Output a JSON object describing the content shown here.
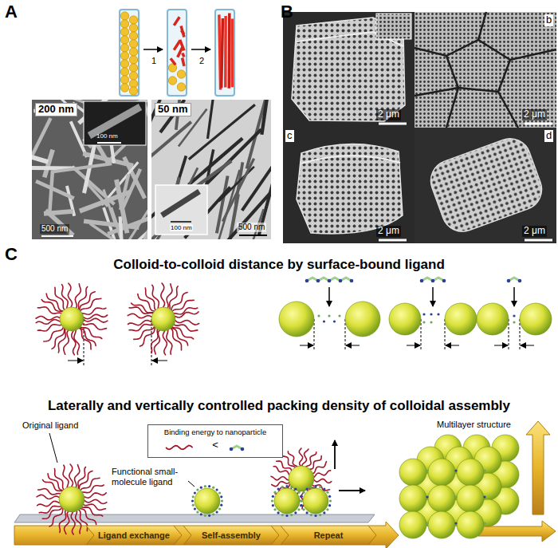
{
  "diagram": {
    "nodes": [
      {
        "text": [
          "Binding energy to nanoparticle",
          "<"
        ]
      },
      {
        "text": [
          "Ligand exchange"
        ]
      },
      {
        "text": [
          "Self-assembly"
        ]
      },
      {
        "text": [
          "Repeat"
        ]
      }
    ],
    "labels": [
      "A",
      "1",
      "2",
      "200 nm",
      "100 nm",
      "500 nm",
      "50 nm",
      "100 nm",
      "500 nm",
      "B",
      "2 μm",
      "b",
      "2 μm",
      "c",
      "2 μm",
      "d",
      "2 μm",
      "C",
      "Colloid-to-colloid distance by surface-bound ligand",
      "Laterally and vertically controlled packing density of colloidal assembly",
      "Original ligand",
      "Functional small-molecule ligand",
      "Multilayer structure"
    ]
  }
}
